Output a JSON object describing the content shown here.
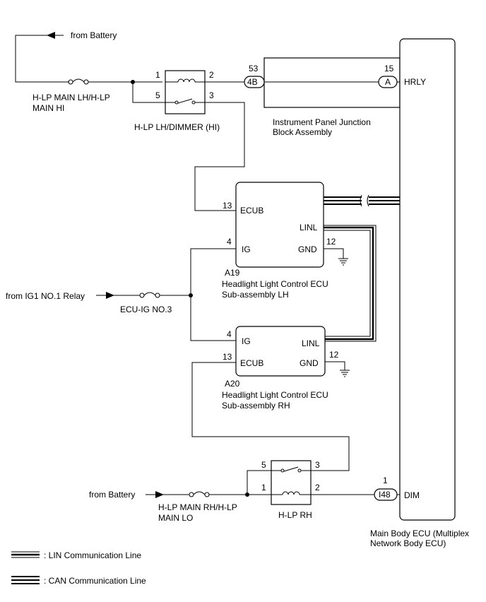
{
  "sources": {
    "battery_top": "from Battery",
    "battery_bottom": "from Battery",
    "ig1": "from IG1 NO.1 Relay"
  },
  "fuses": {
    "main_lh_line1": "H-LP MAIN LH/H-LP",
    "main_lh_line2": "MAIN HI",
    "ecu_ig": "ECU-IG NO.3",
    "main_rh_line1": "H-LP MAIN RH/H-LP",
    "main_rh_line2": "MAIN LO"
  },
  "relays": {
    "lh_dimmer": {
      "label": "H-LP LH/DIMMER (HI)",
      "pin1": "1",
      "pin2": "2",
      "pin3": "3",
      "pin5": "5"
    },
    "rh": {
      "label": "H-LP RH",
      "pin1": "1",
      "pin2": "2",
      "pin3": "3",
      "pin5": "5"
    }
  },
  "junction_block": {
    "line1": "Instrument Panel Junction",
    "line2": "Block Assembly",
    "connector_in": "4B",
    "pin_in": "53",
    "connector_out": "A",
    "pin_out": "15"
  },
  "main_ecu": {
    "line1": "Main Body ECU (Multiplex",
    "line2": "Network Body ECU)",
    "hrly_label": "HRLY",
    "dim_label": "DIM",
    "dim_connector": "I48",
    "dim_pin": "1"
  },
  "ecu_lh": {
    "code": "A19",
    "line1": "Headlight Light Control ECU",
    "line2": "Sub-assembly LH",
    "ecub": "ECUB",
    "ecub_pin": "13",
    "ig": "IG",
    "ig_pin": "4",
    "linl": "LINL",
    "gnd": "GND",
    "gnd_pin": "12"
  },
  "ecu_rh": {
    "code": "A20",
    "line1": "Headlight Light Control ECU",
    "line2": "Sub-assembly RH",
    "ecub": "ECUB",
    "ecub_pin": "13",
    "ig": "IG",
    "ig_pin": "4",
    "linl": "LINL",
    "gnd": "GND",
    "gnd_pin": "12"
  },
  "legend": {
    "lin": ": LIN Communication Line",
    "can": ": CAN Communication Line"
  }
}
